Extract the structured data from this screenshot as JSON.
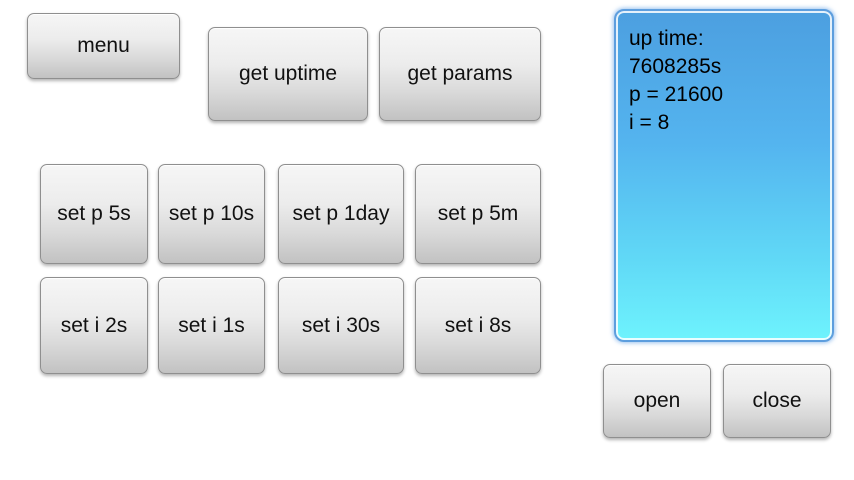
{
  "buttons": {
    "menu": "menu",
    "get_uptime": "get uptime",
    "get_params": "get params",
    "set_p": [
      "set p 5s",
      "set p 10s",
      "set p 1day",
      "set p 5m"
    ],
    "set_i": [
      "set i 2s",
      "set i 1s",
      "set i 30s",
      "set i 8s"
    ],
    "open": "open",
    "close": "close"
  },
  "status_panel": {
    "lines": [
      "up time:",
      "7608285s",
      "p = 21600",
      "i = 8"
    ],
    "uptime_seconds": "7608285",
    "p_value": "21600",
    "i_value": "8",
    "colors": {
      "gradient_top": "#4c9fe0",
      "gradient_bottom": "#6ef3fd",
      "border": "#5d9ede"
    }
  }
}
